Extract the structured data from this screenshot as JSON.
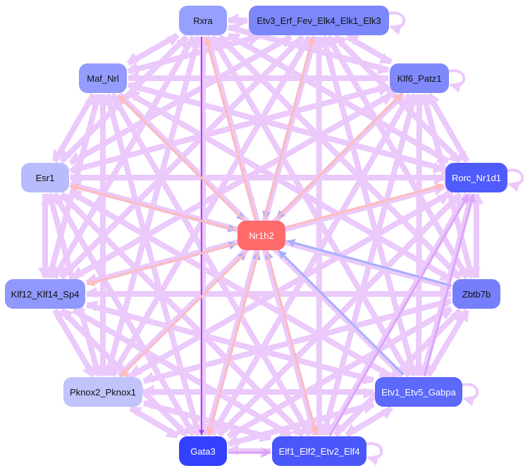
{
  "nodes": [
    {
      "id": "Rxra",
      "label": "Rxra",
      "color": "#97a0ff",
      "text": "#111"
    },
    {
      "id": "Etv3",
      "label": "Etv3_Erf_Fev_Elk4_Elk1_Elk3",
      "color": "#7b87fb",
      "text": "#111"
    },
    {
      "id": "Maf",
      "label": "Maf_Nrl",
      "color": "#949cff",
      "text": "#111"
    },
    {
      "id": "Klf6",
      "label": "Klf6_Patz1",
      "color": "#7f89fc",
      "text": "#111"
    },
    {
      "id": "Esr1",
      "label": "Esr1",
      "color": "#b8bcfd",
      "text": "#111"
    },
    {
      "id": "Rorc",
      "label": "Rorc_Nr1d1",
      "color": "#4f5bfb",
      "text": "#fff"
    },
    {
      "id": "Nr1h2",
      "label": "Nr1h2",
      "color": "#ff6b6b",
      "text": "#fff"
    },
    {
      "id": "Klf12",
      "label": "Klf12_Klf14_Sp4",
      "color": "#9098fe",
      "text": "#111"
    },
    {
      "id": "Zbtb7b",
      "label": "Zbtb7b",
      "color": "#767ffb",
      "text": "#111"
    },
    {
      "id": "Pknox2",
      "label": "Pknox2_Pknox1",
      "color": "#c1c3fb",
      "text": "#111"
    },
    {
      "id": "Etv1",
      "label": "Etv1_Etv5_Gabpa",
      "color": "#5c69fb",
      "text": "#fff"
    },
    {
      "id": "Gata3",
      "label": "Gata3",
      "color": "#3341ff",
      "text": "#fff"
    },
    {
      "id": "Elf1",
      "label": "Elf1_Elf2_Etv2_Elf4",
      "color": "#4a57fb",
      "text": "#fff"
    }
  ],
  "colors": {
    "default_edge": "#ebc9fb",
    "strong_edge": "#dca4fb",
    "activation": "#ffbcbc",
    "repression": "#a7b0fb",
    "purple": "#b040f0"
  },
  "self_loops": [
    "Etv3",
    "Klf6",
    "Rorc",
    "Etv1",
    "Elf1"
  ],
  "special_edges": [
    [
      "Nr1h2",
      "Rxra",
      "activation"
    ],
    [
      "Rxra",
      "Gata3",
      "purple"
    ],
    [
      "Etv3",
      "Nr1h2",
      "repression"
    ],
    [
      "Nr1h2",
      "Etv3",
      "activation"
    ],
    [
      "Maf",
      "Nr1h2",
      "repression"
    ],
    [
      "Nr1h2",
      "Maf",
      "activation"
    ],
    [
      "Klf6",
      "Nr1h2",
      "repression"
    ],
    [
      "Nr1h2",
      "Klf6",
      "activation"
    ],
    [
      "Esr1",
      "Nr1h2",
      "repression"
    ],
    [
      "Nr1h2",
      "Esr1",
      "activation"
    ],
    [
      "Nr1h2",
      "Rorc",
      "activation"
    ],
    [
      "Klf12",
      "Nr1h2",
      "repression"
    ],
    [
      "Nr1h2",
      "Klf12",
      "activation"
    ],
    [
      "Zbtb7b",
      "Nr1h2",
      "repression"
    ],
    [
      "Pknox2",
      "Nr1h2",
      "repression"
    ],
    [
      "Nr1h2",
      "Pknox2",
      "activation"
    ],
    [
      "Etv1",
      "Nr1h2",
      "repression"
    ],
    [
      "Gata3",
      "Nr1h2",
      "repression"
    ],
    [
      "Nr1h2",
      "Gata3",
      "activation"
    ],
    [
      "Elf1",
      "Nr1h2",
      "repression"
    ],
    [
      "Nr1h2",
      "Elf1",
      "activation"
    ],
    [
      "Gata3",
      "Elf1",
      "strong_edge"
    ],
    [
      "Elf1",
      "Rorc",
      "strong_edge"
    ],
    [
      "Etv1",
      "Rorc",
      "strong_edge"
    ]
  ]
}
